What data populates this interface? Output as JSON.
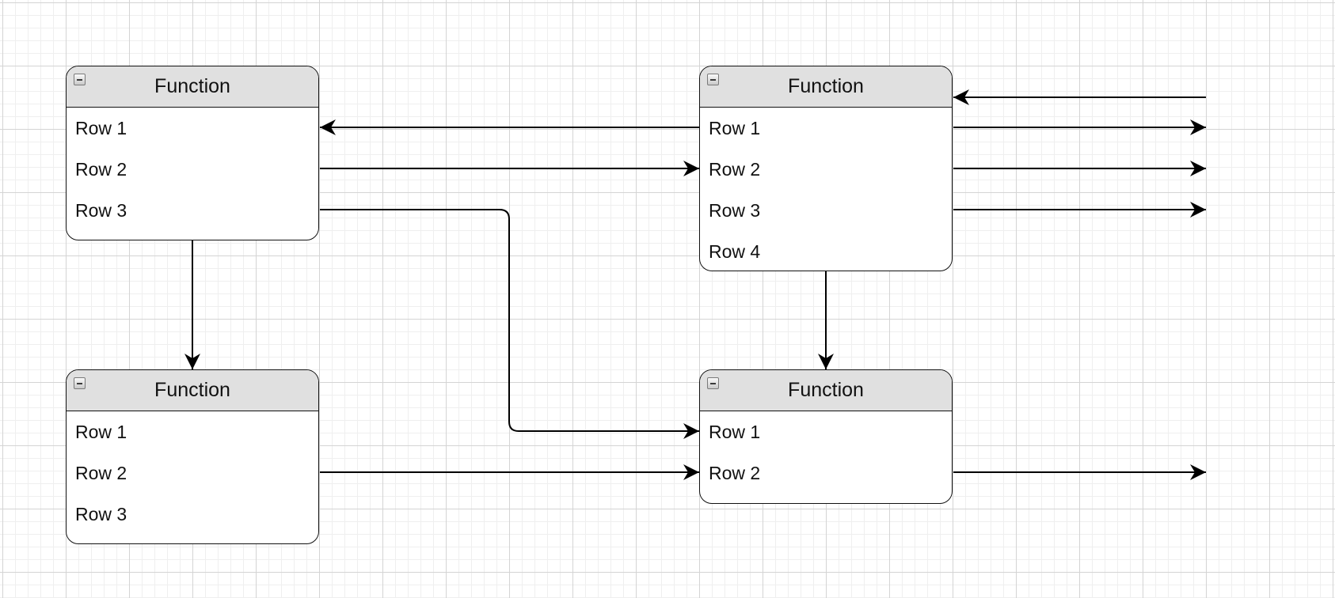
{
  "diagram": {
    "functions": [
      {
        "id": "f1",
        "title": "Function",
        "rows": [
          "Row 1",
          "Row 2",
          "Row 3"
        ]
      },
      {
        "id": "f2",
        "title": "Function",
        "rows": [
          "Row 1",
          "Row 2",
          "Row 3",
          "Row 4"
        ]
      },
      {
        "id": "f3",
        "title": "Function",
        "rows": [
          "Row 1",
          "Row 2",
          "Row 3"
        ]
      },
      {
        "id": "f4",
        "title": "Function",
        "rows": [
          "Row 1",
          "Row 2"
        ]
      }
    ],
    "connections": [
      {
        "from": "f2.row1",
        "to": "f1.row1"
      },
      {
        "from": "f1.row2",
        "to": "f2.row2"
      },
      {
        "from": "f1.row3",
        "to": "f4.row1"
      },
      {
        "from": "f1",
        "to": "f3"
      },
      {
        "from": "f2",
        "to": "f4"
      },
      {
        "from": "f3.row2",
        "to": "f4.row2"
      },
      {
        "from": "external",
        "to": "f2"
      },
      {
        "from": "f2.row1",
        "to": "external"
      },
      {
        "from": "f2.row2",
        "to": "external"
      },
      {
        "from": "f2.row3",
        "to": "external"
      },
      {
        "from": "f4.row2",
        "to": "external"
      }
    ],
    "colors": {
      "header": "#e0e0e0",
      "border": "#111111",
      "line": "#000000",
      "grid": "#d4d4d4"
    }
  }
}
